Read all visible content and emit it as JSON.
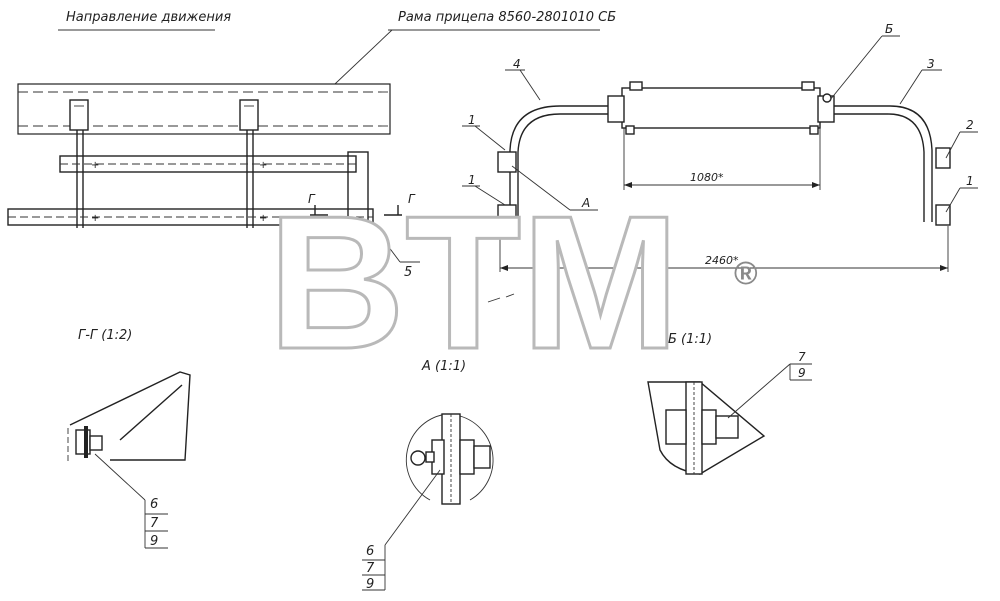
{
  "header": {
    "direction_label": "Направление движения",
    "frame_label": "Рама прицепа 8560-2801010 СБ"
  },
  "callouts": {
    "c1": "1",
    "c2": "2",
    "c3": "3",
    "c4": "4",
    "c5": "5",
    "cA": "А",
    "cB": "Б",
    "cG1": "Г",
    "cG2": "Г"
  },
  "dimensions": {
    "d1080": "1080*",
    "d2460": "2460*"
  },
  "views": {
    "section_gg": "Г-Г (1:2)",
    "view_a": "А (1:1)",
    "view_b": "Б (1:1)"
  },
  "stacks": {
    "gg": {
      "top": "6",
      "mid": "7",
      "bot": "9"
    },
    "a": {
      "top": "6",
      "mid": "7",
      "bot": "9"
    },
    "b": {
      "top": "7",
      "bot": "9"
    }
  },
  "watermark": {
    "text": "BTM",
    "mark": "®"
  }
}
